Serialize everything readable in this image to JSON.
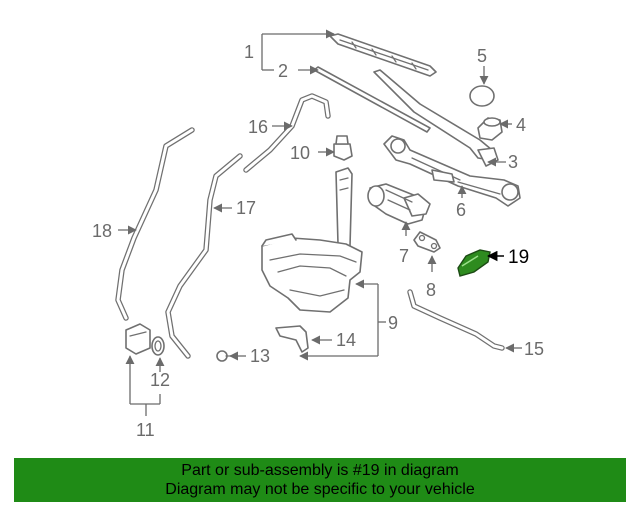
{
  "diagram": {
    "callouts": {
      "c1": "1",
      "c2": "2",
      "c3": "3",
      "c4": "4",
      "c5": "5",
      "c6": "6",
      "c7": "7",
      "c8": "8",
      "c9": "9",
      "c10": "10",
      "c11": "11",
      "c12": "12",
      "c13": "13",
      "c14": "14",
      "c15": "15",
      "c16": "16",
      "c17": "17",
      "c18": "18",
      "c19": "19"
    },
    "highlighted_part": "19",
    "colors": {
      "highlight": "#2e8b1f",
      "banner": "#1f8b16",
      "line_art": "#707070"
    }
  },
  "banner": {
    "line1": "Part or sub-assembly is #19 in diagram",
    "line2": "Diagram may not be specific to your vehicle"
  }
}
